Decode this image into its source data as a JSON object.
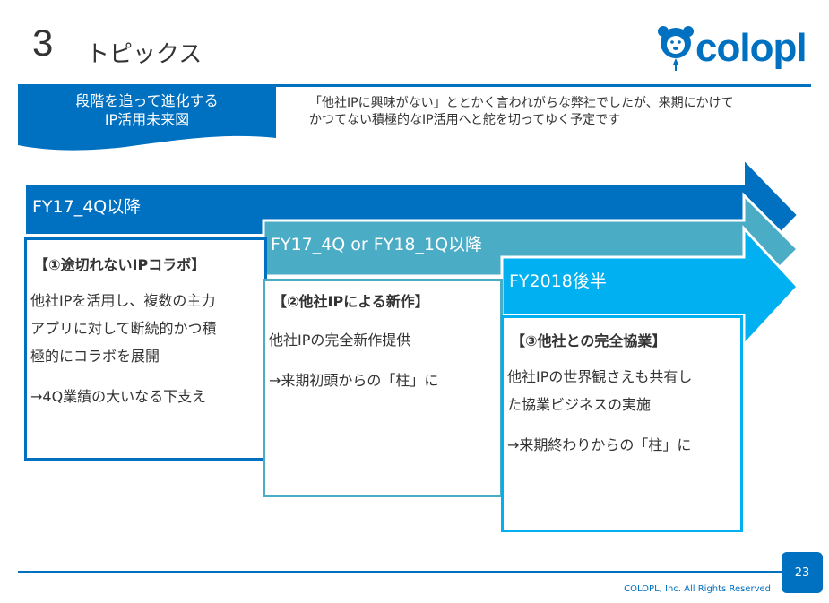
{
  "header": {
    "section_number": "3",
    "title": "トピックス",
    "logo_text": "colopl"
  },
  "banner": {
    "label_lines": [
      "段階を追って進化する",
      "IP活用未来図"
    ],
    "description_lines": [
      "「他社IPに興味がない」ととかく言われがちな弊社でしたが、来期にかけて",
      "かつてない積極的なIP活用へと舵を切ってゆく予定です"
    ]
  },
  "colors": {
    "primary": "#0070c0",
    "teal": "#4bacc6",
    "cyan": "#00b0f0"
  },
  "stages": [
    {
      "period": "FY17_4Q以降",
      "heading": "【①途切れないIPコラボ】",
      "lines": [
        "他社IPを活用し、複数の主力",
        "アプリに対して断続的かつ積",
        "極的にコラボを展開"
      ],
      "note": "→4Q業績の大いなる下支え"
    },
    {
      "period": "FY17_4Q or FY18_1Q以降",
      "heading": "【②他社IPによる新作】",
      "lines": [
        "他社IPの完全新作提供"
      ],
      "note": "→来期初頭からの「柱」に"
    },
    {
      "period": "FY2018後半",
      "heading": "【③他社との完全協業】",
      "lines": [
        "他社IPの世界観さえも共有し",
        "た協業ビジネスの実施"
      ],
      "note": "→来期終わりからの「柱」に"
    }
  ],
  "footer": {
    "page_number": "23",
    "copyright": "COLOPL, Inc. All Rights Reserved"
  }
}
